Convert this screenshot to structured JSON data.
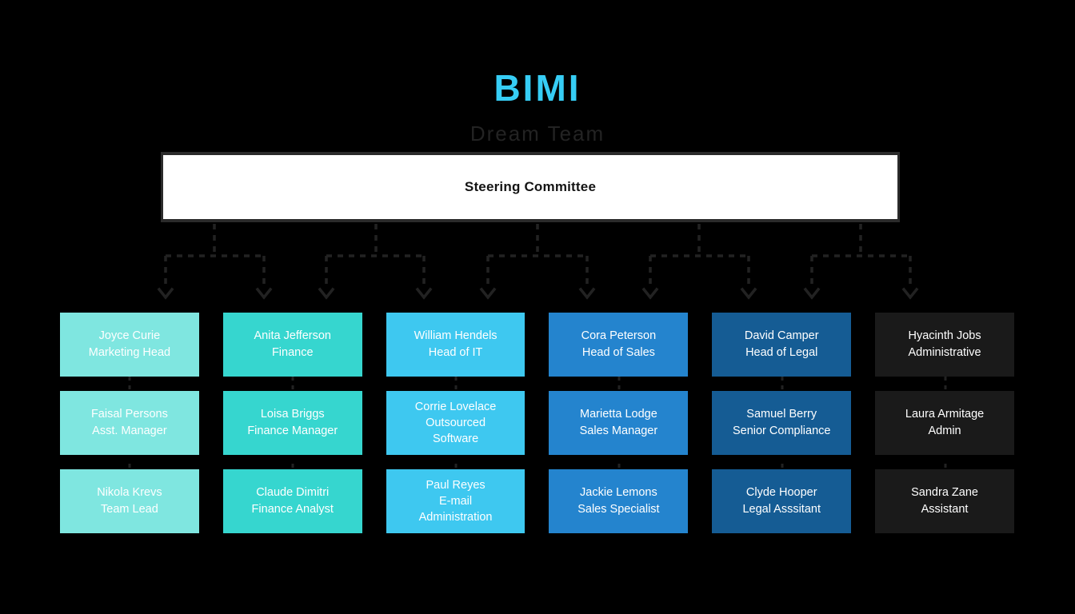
{
  "header": {
    "title": "BIMI",
    "subtitle": "Dream Team",
    "title_color": "#36CDF5",
    "subtitle_color": "#232323"
  },
  "background_color": "#000000",
  "root": {
    "label": "Steering Committee",
    "background_color": "#FFFFFF",
    "text_color": "#141414",
    "border_color": "#2B2B2B"
  },
  "connector": {
    "color": "#222222",
    "style": "dashed",
    "arrowhead": "chevron-down"
  },
  "columns": [
    {
      "key": "marketing",
      "color": "#7FE6E0"
    },
    {
      "key": "finance",
      "color": "#36D6CF"
    },
    {
      "key": "it",
      "color": "#3EC8F0"
    },
    {
      "key": "sales",
      "color": "#2484CE"
    },
    {
      "key": "legal",
      "color": "#155C94"
    },
    {
      "key": "admin",
      "color": "#1A1A1A"
    }
  ],
  "rows": [
    {
      "level": 1,
      "cards": [
        {
          "name": "Joyce Curie",
          "role": "Marketing Head",
          "lines": [
            "Joyce Curie",
            "Marketing Head"
          ]
        },
        {
          "name": "Anita Jefferson",
          "role": "Finance",
          "lines": [
            "Anita Jefferson",
            "Finance"
          ]
        },
        {
          "name": "William Hendels",
          "role": "Head of IT",
          "lines": [
            "William Hendels",
            "Head of IT"
          ]
        },
        {
          "name": "Cora Peterson",
          "role": "Head of Sales",
          "lines": [
            "Cora Peterson",
            "Head of Sales"
          ]
        },
        {
          "name": "David Camper",
          "role": "Head of Legal",
          "lines": [
            "David Camper",
            "Head of Legal"
          ]
        },
        {
          "name": "Hyacinth Jobs",
          "role": "Administrative",
          "lines": [
            "Hyacinth Jobs",
            "Administrative"
          ]
        }
      ]
    },
    {
      "level": 2,
      "cards": [
        {
          "name": "Faisal Persons",
          "role": "Asst. Manager",
          "lines": [
            "Faisal Persons",
            "Asst. Manager"
          ]
        },
        {
          "name": "Loisa Briggs",
          "role": "Finance Manager",
          "lines": [
            "Loisa Briggs",
            "Finance Manager"
          ]
        },
        {
          "name": "Corrie Lovelace",
          "role": "Outsourced Software",
          "lines": [
            "Corrie Lovelace",
            "Outsourced",
            "Software"
          ]
        },
        {
          "name": "Marietta Lodge",
          "role": "Sales Manager",
          "lines": [
            "Marietta Lodge",
            "Sales Manager"
          ]
        },
        {
          "name": "Samuel Berry",
          "role": "Senior Compliance",
          "lines": [
            "Samuel Berry",
            "Senior Compliance"
          ]
        },
        {
          "name": "Laura Armitage",
          "role": "Admin",
          "lines": [
            "Laura Armitage",
            "Admin"
          ]
        }
      ]
    },
    {
      "level": 3,
      "cards": [
        {
          "name": "Nikola Krevs",
          "role": "Team Lead",
          "lines": [
            "Nikola Krevs",
            "Team Lead"
          ]
        },
        {
          "name": "Claude Dimitri",
          "role": "Finance Analyst",
          "lines": [
            "Claude Dimitri",
            "Finance Analyst"
          ]
        },
        {
          "name": "Paul Reyes",
          "role": "E-mail Administration",
          "lines": [
            "Paul Reyes",
            "E-mail",
            "Administration"
          ]
        },
        {
          "name": "Jackie Lemons",
          "role": "Sales Specialist",
          "lines": [
            "Jackie Lemons",
            "Sales Specialist"
          ]
        },
        {
          "name": "Clyde Hooper",
          "role": "Legal Asssitant",
          "lines": [
            "Clyde Hooper",
            "Legal Asssitant"
          ]
        },
        {
          "name": "Sandra Zane",
          "role": "Assistant",
          "lines": [
            "Sandra Zane",
            "Assistant"
          ]
        }
      ]
    }
  ]
}
